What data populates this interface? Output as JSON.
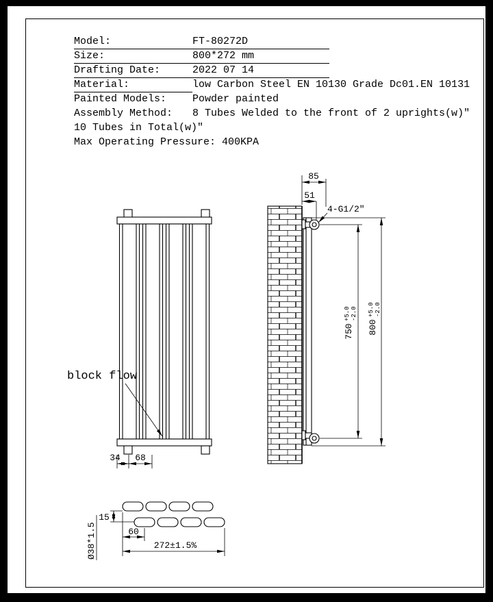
{
  "specs": {
    "rows": [
      {
        "label": "Model:",
        "value": "FT-80272D"
      },
      {
        "label": "Size:",
        "value": "800*272 mm"
      },
      {
        "label": "Drafting Date:",
        "value": "2022 07 14"
      },
      {
        "label": "Material:",
        "value": "low Carbon Steel  EN 10130 Grade Dc01.EN 10131"
      },
      {
        "label": "Painted Models:",
        "value": "Powder painted"
      },
      {
        "label": "Assembly Method:",
        "value": "8 Tubes Welded to the front of 2 uprights(w)″"
      }
    ],
    "line1": "10 Tubes in Total(w)″",
    "line2": "Max Operating Pressure: 400KPA"
  },
  "front_view": {
    "label_block_flow": "block flow",
    "dim_34": "34",
    "dim_68": "68"
  },
  "side_view": {
    "dim_85": "85",
    "dim_51": "51",
    "thread_callout": "4-G1/2″",
    "dim_750": "750",
    "dim_750_tol_plus": "+5.0",
    "dim_750_tol_minus": "-2.0",
    "dim_800": "800",
    "dim_800_tol_plus": "+5.0",
    "dim_800_tol_minus": "-2.0"
  },
  "top_view": {
    "dim_60": "60",
    "dim_15": "15",
    "tube_size": "Ø38*1.5",
    "dim_272": "272±1.5%"
  },
  "colors": {
    "ink": "#000000",
    "paper": "#ffffff"
  }
}
